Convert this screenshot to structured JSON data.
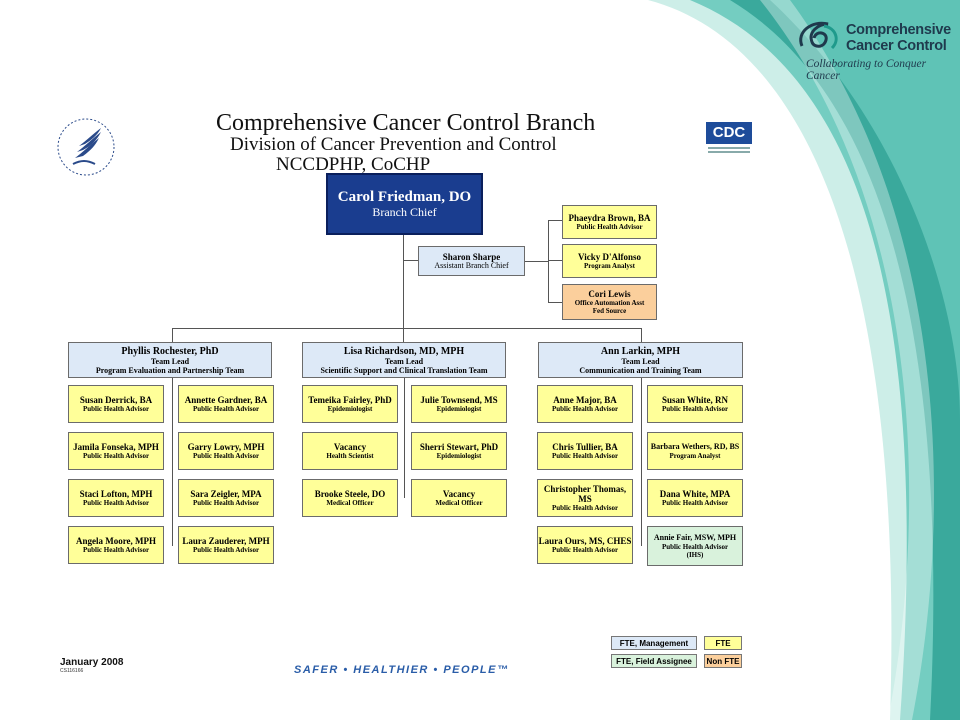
{
  "brand": {
    "name_line1": "Comprehensive",
    "name_line2": "Cancer Control",
    "tagline": "Collaborating to Conquer Cancer"
  },
  "title": {
    "line1": "Comprehensive Cancer Control Branch",
    "line2": "Division of Cancer Prevention and Control",
    "line3": "NCCDPHP, CoCHP"
  },
  "logos": {
    "hhs": "hhs-seal-icon",
    "cdc_text": "CDC"
  },
  "chief": {
    "name": "Carol Friedman, DO",
    "role": "Branch Chief"
  },
  "assistant": {
    "name": "Sharon Sharpe",
    "role": "Assistant Branch Chief"
  },
  "staff": [
    {
      "name": "Phaeydra Brown, BA",
      "role": "Public Health Advisor"
    },
    {
      "name": "Vicky D'Alfonso",
      "role": "Program Analyst"
    },
    {
      "name": "Cori Lewis",
      "role": "Office Automation Asst",
      "role2": "Fed Source"
    }
  ],
  "teams": [
    {
      "lead": "Phyllis Rochester, PhD",
      "role": "Team Lead",
      "team": "Program Evaluation and Partnership Team",
      "left": [
        {
          "name": "Susan Derrick, BA",
          "role": "Public Health Advisor"
        },
        {
          "name": "Jamila Fonseka, MPH",
          "role": "Public Health Advisor"
        },
        {
          "name": "Staci Lofton, MPH",
          "role": "Public Health Advisor"
        },
        {
          "name": "Angela Moore, MPH",
          "role": "Public Health Advisor"
        }
      ],
      "right": [
        {
          "name": "Annette Gardner, BA",
          "role": "Public Health Advisor"
        },
        {
          "name": "Garry Lowry, MPH",
          "role": "Public Health Advisor"
        },
        {
          "name": "Sara Zeigler, MPA",
          "role": "Public Health Advisor"
        },
        {
          "name": "Laura Zauderer, MPH",
          "role": "Public Health Advisor"
        }
      ]
    },
    {
      "lead": "Lisa Richardson, MD, MPH",
      "role": "Team Lead",
      "team": "Scientific Support and Clinical Translation Team",
      "left": [
        {
          "name": "Temeika Fairley, PhD",
          "role": "Epidemiologist"
        },
        {
          "name": "Vacancy",
          "role": "Health Scientist"
        },
        {
          "name": "Brooke Steele, DO",
          "role": "Medical Officer"
        }
      ],
      "right": [
        {
          "name": "Julie Townsend, MS",
          "role": "Epidemiologist"
        },
        {
          "name": "Sherri  Stewart, PhD",
          "role": "Epidemiologist"
        },
        {
          "name": "Vacancy",
          "role": "Medical Officer"
        }
      ]
    },
    {
      "lead": "Ann Larkin, MPH",
      "role": "Team Lead",
      "team": "Communication and Training Team",
      "left": [
        {
          "name": "Anne Major, BA",
          "role": "Public Health Advisor"
        },
        {
          "name": "Chris Tullier, BA",
          "role": "Public Health Advisor"
        },
        {
          "name": "Christopher Thomas, MS",
          "role": "Public Health Advisor"
        },
        {
          "name": "Laura Ours, MS, CHES",
          "role": "Public Health Advisor"
        }
      ],
      "right": [
        {
          "name": "Susan White, RN",
          "role": "Public Health Advisor"
        },
        {
          "name": "Barbara Wethers, RD, BS",
          "role": "Program Analyst"
        },
        {
          "name": "Dana White, MPA",
          "role": "Public Health Advisor"
        },
        {
          "name": "Annie Fair, MSW, MPH",
          "role": "Public Health Advisor",
          "role2": "(IHS)"
        }
      ]
    }
  ],
  "legend": {
    "mgmt": "FTE, Management",
    "fte": "FTE",
    "field": "FTE, Field Assignee",
    "nonfte": "Non FTE"
  },
  "footer": {
    "date": "January 2008",
    "docnum": "CS116166",
    "slogan": "SAFER • HEALTHIER • PEOPLE™"
  },
  "colors": {
    "chief_blue": "#1a3d8f",
    "fte_yellow": "#ffff99",
    "mgmt_blue": "#dde9f7",
    "nonfte_orange": "#fbcf9c",
    "field_green": "#d9f2dc",
    "teal_accent": "#3fb3a6"
  }
}
